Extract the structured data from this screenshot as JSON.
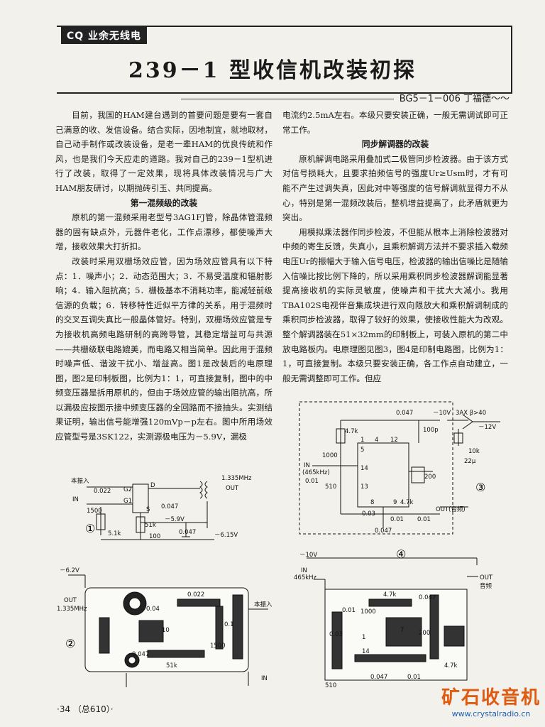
{
  "header": {
    "tag": "CQ 业余无线电",
    "title": "239－1 型收信机改装初探",
    "byline": "BG5－1－006  丁福德～～"
  },
  "left_column": {
    "intro": "目前，我国的HAM建台遇到的首要问题是要有一套自己满意的收、发信设备。结合实际，因地制宜，就地取材，自己动手制作或改装设备，是老一辈HAM的优良传统和作风，也是我们今天应走的道路。我对自己的239－1型机进行了改装，取得了一定效果，现将具体改装情况与广大HAM朋友研讨，以期抛砖引玉、共同提高。",
    "section1_title": "第一混频级的改装",
    "section1_p1": "原机的第一混频采用老型号3AG1FJ管，除晶体管混频器的固有缺点外，元器件老化，工作点漂移，都使噪声大增，接收效果大打折扣。",
    "section1_p2": "改装时采用双栅场效应管，因为场效应管具有以下特点：1．噪声小；2．动态范围大；3．不易受温度和辐射影响；4．输入阻抗高；5．栅极基本不消耗功率，能减轻前级信源的负载；6．转移特性近似平方律的关系，用于混频时的交叉互调失真比一般晶体管好。特别，双栅场效应管是专为接收机高频电路研制的高跨导管，其稳定增益可与共源——共栅级联电路媲美，而电路又相当简单。因此用于混频时噪声低、谐波干扰小、增益高。图1是改装后的电原理图，图2是印制板图，比例为1：1，可直接复制，图中的中频变压器是拆用原机的，但由于场效应管的输出阻抗高，所以漏极应按图示接中频变压器的全回路而不接抽头。实测结果证明，输出信号能增强120mVp－p左右。图中所用场效应管型号是3SK122，实测源极电压为－5.9V，漏极"
  },
  "right_column": {
    "top_text": "电流约2.5mA左右。本级只要安装正确，一般无需调试即可正常工作。",
    "section2_title": "同步解调器的改装",
    "section2_p1": "原机解调电路采用叠加式二极管同步检波器。由于该方式对信号损耗大，且要求拍频信号的强度Ur≥Usm时，才有可能不产生过调失真，因此对中等强度的信号解调就显得力不从心，特别是第一混频改装后，整机增益提高了，此矛盾就更为突出。",
    "section2_p2": "用模拟乘法器作同步检波，不但能从根本上消除检波器对中频的寄生反馈，失真小，且乘积解调方法并不要求插入载频电压Ur的振幅大于输入信号电压，检波器的输出信噪比是随输入信噪比按比例下降的，所以采用乘积同步检波器解调能显著提高接收机的实际灵敏度，使噪声和干扰大大减小。我用TBA102S电视伴音集成块进行双向限放大和乘积解调制成的乘积同步检波器，取得了较好的效果，使接收性能大为改观。整个解调器装在51×32mm的印制板上，可装入原机的第二中放电路板内。电原理图见图3，图4是印制电路图，比例为1：1，可直接复制。本级只要安装正确，各工作点自动建立，一般无需调整即可工作。但应"
  },
  "fig1": {
    "num": "①",
    "labels": [
      "本振入",
      "0.022",
      "IN",
      "G2",
      "G1",
      "D",
      "S",
      "1500",
      "0.047",
      "51k",
      "5.1k",
      "100",
      "－5.9V",
      "0.047",
      "－6.15V",
      "1.335MHz",
      "OUT"
    ]
  },
  "fig2": {
    "num": "②",
    "labels": [
      "－6.2V",
      "OUT",
      "1.335MHz",
      "0.04",
      "0.022",
      "10",
      "0.1",
      "1500",
      "0.047",
      "51k",
      "本振入",
      "IN"
    ]
  },
  "fig3": {
    "num": "③",
    "labels": [
      "0.047",
      "－10V",
      "3AX β>40",
      "－12V",
      "4.7k",
      "100p",
      "1",
      "4",
      "12",
      "5",
      "1000",
      "10k",
      "22μ",
      "IN",
      "(465kHz)",
      "0.01",
      "14",
      "200",
      "510",
      "13",
      "9",
      "8",
      "4.7k",
      "0.03",
      "0.01",
      "0.01",
      "OUT(音频)",
      "0.047"
    ]
  },
  "fig4": {
    "num": "④",
    "labels": [
      "－10V",
      "IN",
      "465kHz",
      "OUT",
      "音频",
      "4.7k",
      "0.047",
      "1000",
      "0.01",
      "0.03",
      "1",
      "14",
      "7",
      "200",
      "510",
      "0.047",
      "4.7k",
      "0.01"
    ]
  },
  "footer": {
    "page": "·34  （总610）·"
  },
  "watermark": {
    "line1": "矿石收音机",
    "line2": "www.crystalradio.cn"
  },
  "colors": {
    "paper": "#f3f1ec",
    "ink": "#1a1a1a",
    "wm_orange": "#e05a10",
    "wm_blue": "#1a5fb4"
  }
}
